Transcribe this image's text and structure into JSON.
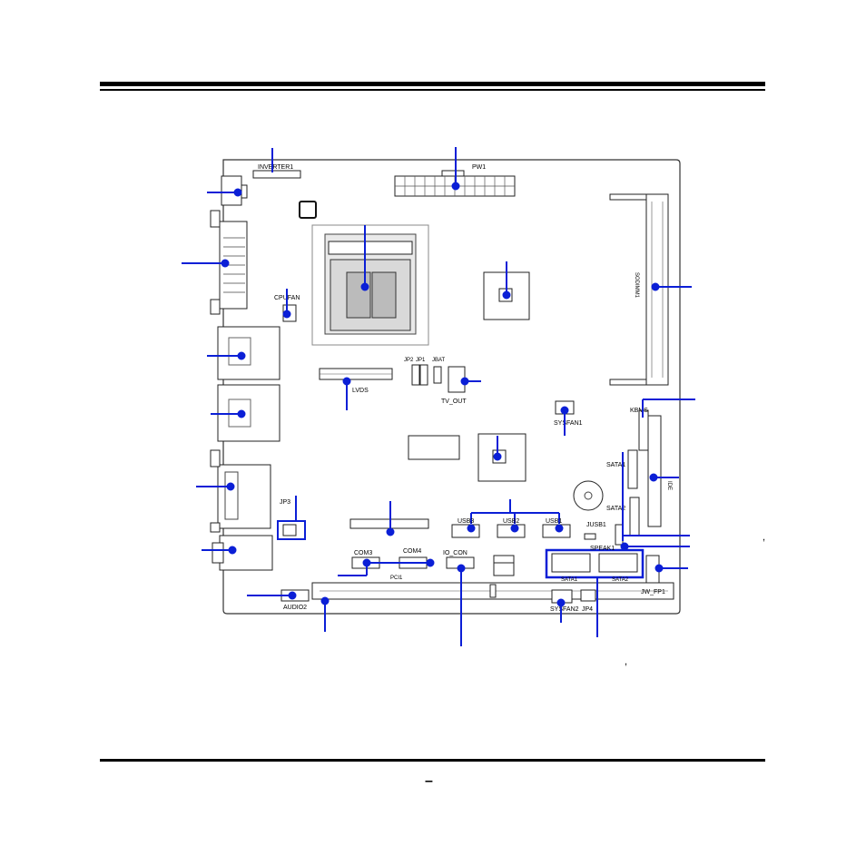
{
  "labels": {
    "inverter": "INVERTER1",
    "pw1": "PW1",
    "sodimm": "SODIMM1",
    "cpufan": "CPUFAN",
    "jp2": "JP2",
    "jp1": "JP1",
    "jbat": "JBAT",
    "lvds": "LVDS",
    "tv_out": "TV_OUT",
    "sysfan1": "SYSFAN1",
    "kbms": "KBMS",
    "sata1_right": "SATA1",
    "ide": "IDE",
    "sata2_right": "SATA2",
    "jp3": "JP3",
    "usb3": "USB3",
    "usb2": "USB2",
    "usb1": "USB1",
    "jusb1": "JUSB1",
    "speak1": "SPEAK1",
    "com3": "COM3",
    "com4": "COM4",
    "pci": "PCI1",
    "io_con": "IO_CON",
    "sata1_bottom": "SATA1",
    "sata2_bottom": "SATA2",
    "jw_fp1": "JW_FP1",
    "audio2": "AUDIO2",
    "sysfan2": "SYSFAN2",
    "jp4": "JP4"
  },
  "marks": {
    "comma_right": ",",
    "comma_bottom": ",",
    "footer_dash": "–"
  },
  "colors": {
    "callout": "#0b1fd6",
    "board_outline": "#333333"
  }
}
